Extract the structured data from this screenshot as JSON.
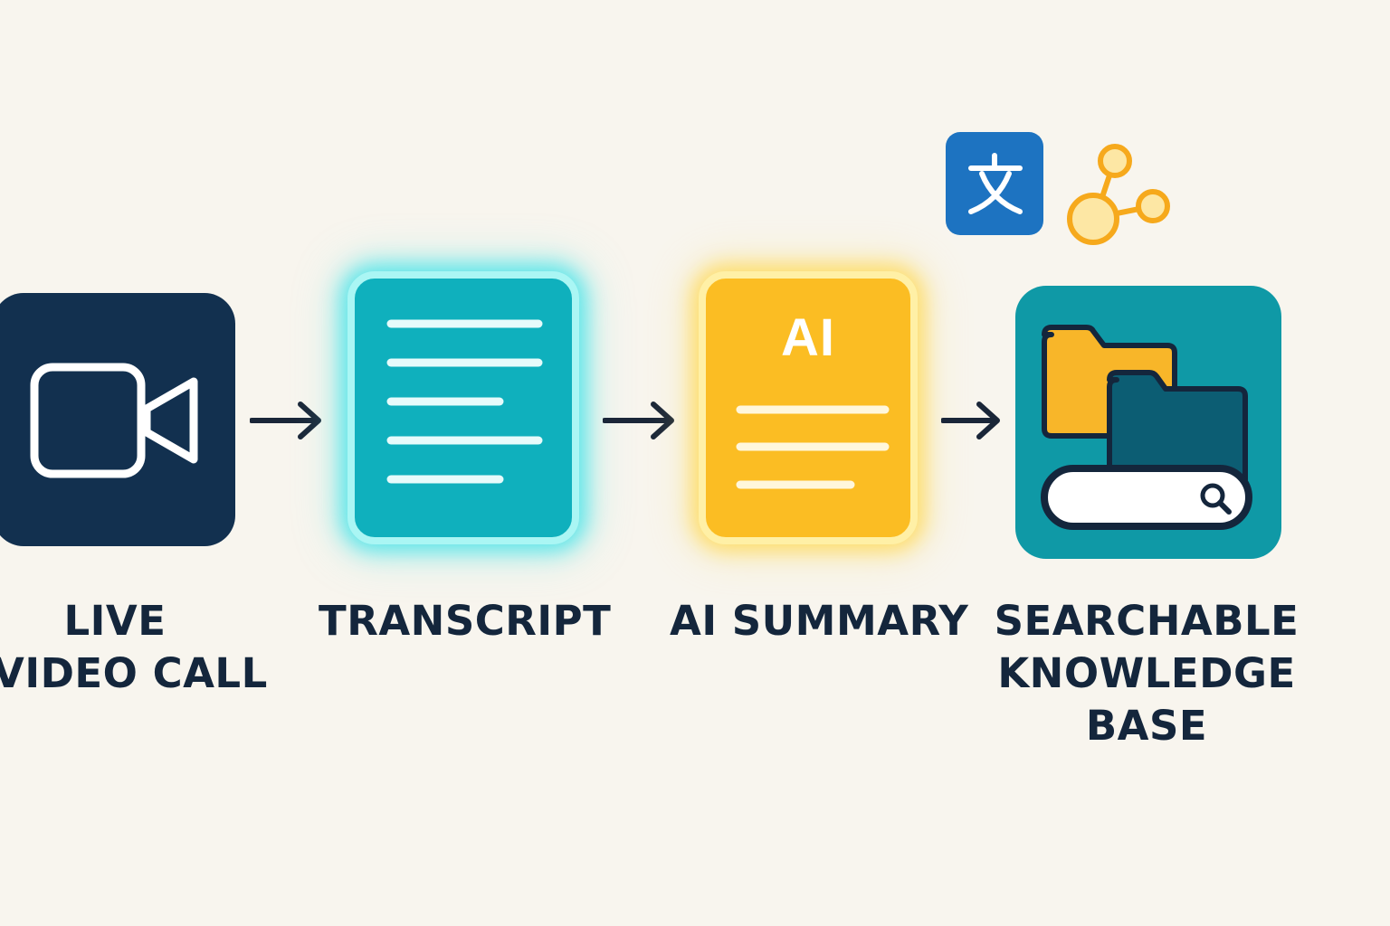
{
  "steps": [
    {
      "id": "live-video-call",
      "label_lines": [
        "LIVE",
        "VIDEO CALL"
      ],
      "icon": "video-camera-icon",
      "color": "#12304f"
    },
    {
      "id": "transcript",
      "label_lines": [
        "TRANSCRIPT"
      ],
      "icon": "document-lines-icon",
      "color": "#0fb0bd"
    },
    {
      "id": "ai-summary",
      "label_lines": [
        "AI SUMMARY"
      ],
      "icon": "ai-document-icon",
      "badge_text": "AI",
      "color": "#fbbd23"
    },
    {
      "id": "searchable-knowledge-base",
      "label_lines": [
        "SEARCHABLE",
        "KNOWLEDGE",
        "BASE"
      ],
      "icon": "folders-search-icon",
      "color": "#0f99a6"
    }
  ],
  "connectors": [
    "arrow-right-icon",
    "arrow-right-icon",
    "arrow-right-icon"
  ],
  "extras": [
    {
      "icon": "translate-icon",
      "color": "#1d73c1"
    },
    {
      "icon": "share-network-icon",
      "color": "#f6a91c"
    }
  ]
}
